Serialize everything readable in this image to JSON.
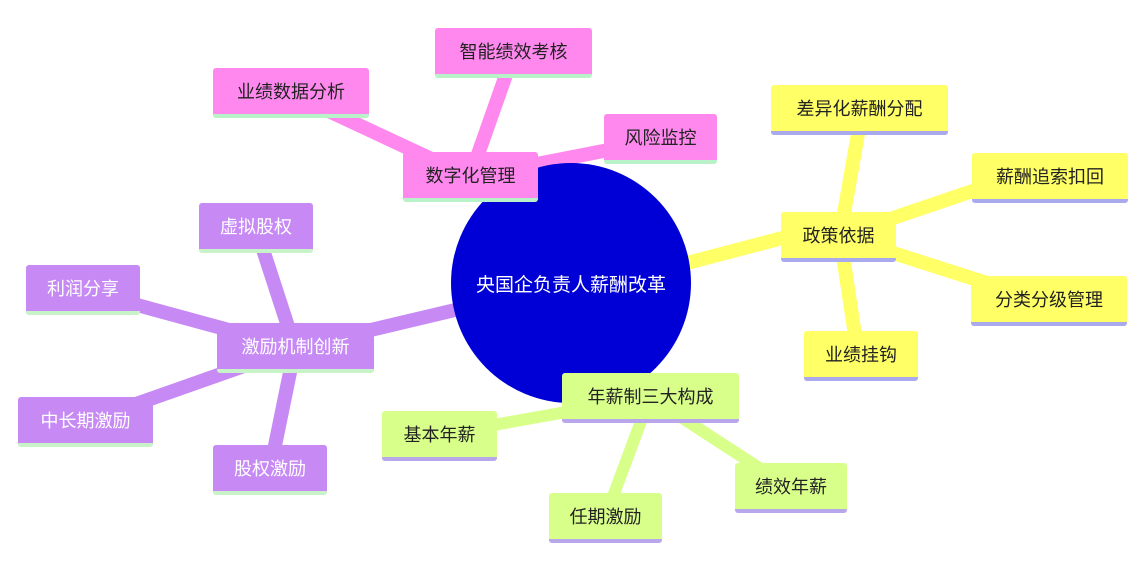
{
  "center": "央国企负责人薪酬改革",
  "branches": {
    "policy": {
      "label": "政策依据",
      "children": [
        "差异化薪酬分配",
        "薪酬追索扣回",
        "分类分级管理",
        "业绩挂钩"
      ]
    },
    "salary": {
      "label": "年薪制三大构成",
      "children": [
        "基本年薪",
        "绩效年薪",
        "任期激励"
      ]
    },
    "digital": {
      "label": "数字化管理",
      "children": [
        "智能绩效考核",
        "业绩数据分析",
        "风险监控"
      ]
    },
    "incentive": {
      "label": "激励机制创新",
      "children": [
        "虚拟股权",
        "利润分享",
        "中长期激励",
        "股权激励"
      ]
    }
  },
  "colors": {
    "center": "#0000d6",
    "policy": "#ffff66",
    "salary": "#d8ff8a",
    "digital": "#ff88ee",
    "incentive": "#c78af5"
  }
}
